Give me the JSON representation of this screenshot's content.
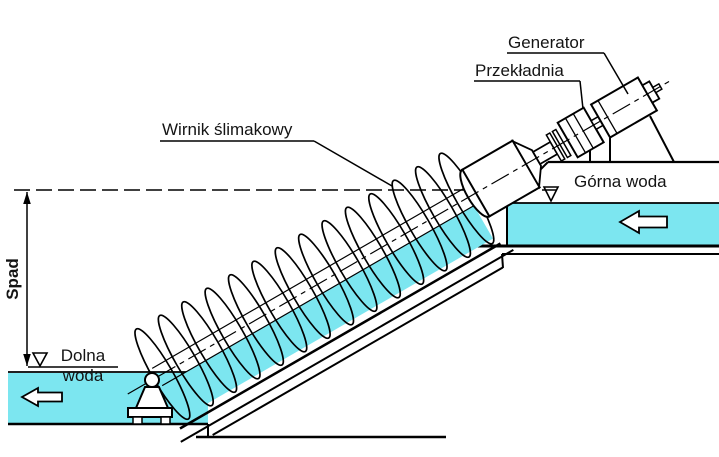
{
  "diagram": {
    "labels": {
      "generator": "Generator",
      "gearbox": "Przekładnia",
      "screw_rotor": "Wirnik ślimakowy",
      "upper_water": "Górna woda",
      "lower_water": [
        "Dolna",
        "woda"
      ],
      "head": "Spad"
    },
    "colors": {
      "water": "#7CE6F0",
      "line": "#000000",
      "background": "#FFFFFF"
    },
    "icons": {
      "flow_arrow_upper": "left-flow-arrow",
      "flow_arrow_lower": "left-flow-arrow",
      "water_level_upper": "water-level-symbol",
      "water_level_lower": "water-level-symbol"
    }
  }
}
